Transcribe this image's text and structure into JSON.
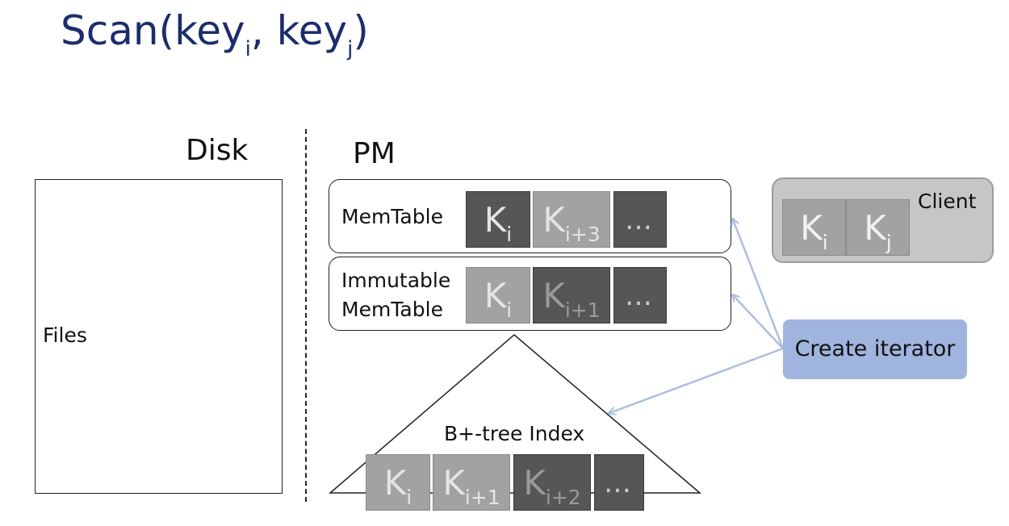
{
  "title": {
    "main": "Scan(key",
    "sub_i": "i",
    "sep": ", key",
    "sub_j": "j",
    "close": ")"
  },
  "disk": {
    "heading": "Disk",
    "files_label": "Files"
  },
  "pm": {
    "heading": "PM"
  },
  "memtable": {
    "label": "MemTable",
    "cells": [
      {
        "k": "K",
        "sub": "i"
      },
      {
        "k": "K",
        "sub": "i+3"
      },
      {
        "k": "…"
      }
    ]
  },
  "immutable": {
    "label_line1": "Immutable",
    "label_line2": "MemTable",
    "cells": [
      {
        "k": "K",
        "sub": "i"
      },
      {
        "k": "K",
        "sub": "i+1"
      },
      {
        "k": "…"
      }
    ]
  },
  "btree": {
    "label": "B+-tree Index",
    "cells": [
      {
        "k": "K",
        "sub": "i"
      },
      {
        "k": "K",
        "sub": "i+1"
      },
      {
        "k": "K",
        "sub": "i+2"
      },
      {
        "k": "…"
      }
    ]
  },
  "client": {
    "label": "Client",
    "cells": [
      {
        "k": "K",
        "sub": "i"
      },
      {
        "k": "K",
        "sub": "j"
      }
    ]
  },
  "iterator": {
    "label": "Create iterator"
  },
  "colors": {
    "title": "#1b2d6b",
    "arrow": "#aebfe0",
    "iterator_fill": "#9fb4de",
    "dark_cell": "#565656",
    "light_cell": "#a2a2a2",
    "client_fill": "#c6c6c6"
  }
}
